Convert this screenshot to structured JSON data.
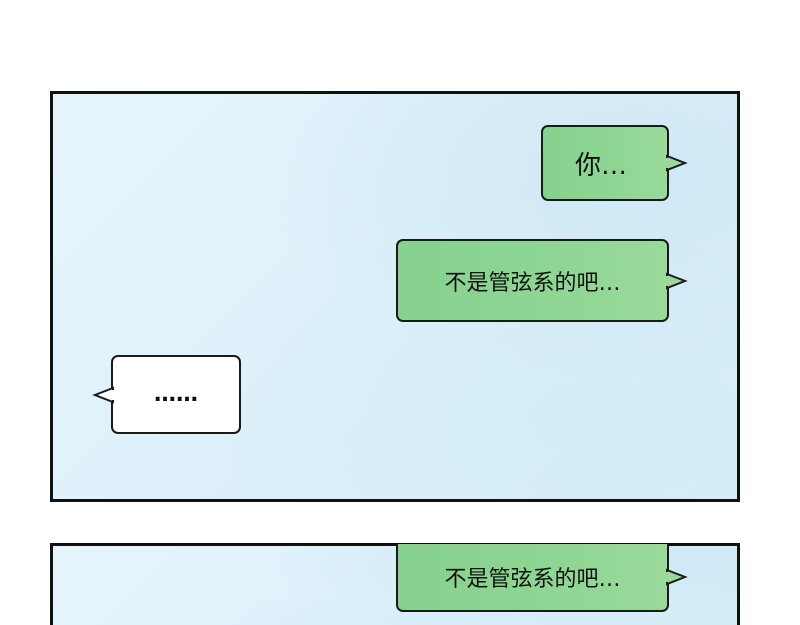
{
  "panels": [
    {
      "bubbles": [
        {
          "text": "你…",
          "style": "green",
          "tail": "right"
        },
        {
          "text": "不是管弦系的吧…",
          "style": "green",
          "tail": "right"
        },
        {
          "text": "……",
          "style": "white",
          "tail": "left"
        }
      ]
    },
    {
      "bubbles": [
        {
          "text": "不是管弦系的吧…",
          "style": "green",
          "tail": "right"
        }
      ]
    }
  ],
  "colors": {
    "green_bubble": "#8fd694",
    "white_bubble": "#ffffff",
    "panel_background": "#dff1fa",
    "border": "#111111"
  }
}
